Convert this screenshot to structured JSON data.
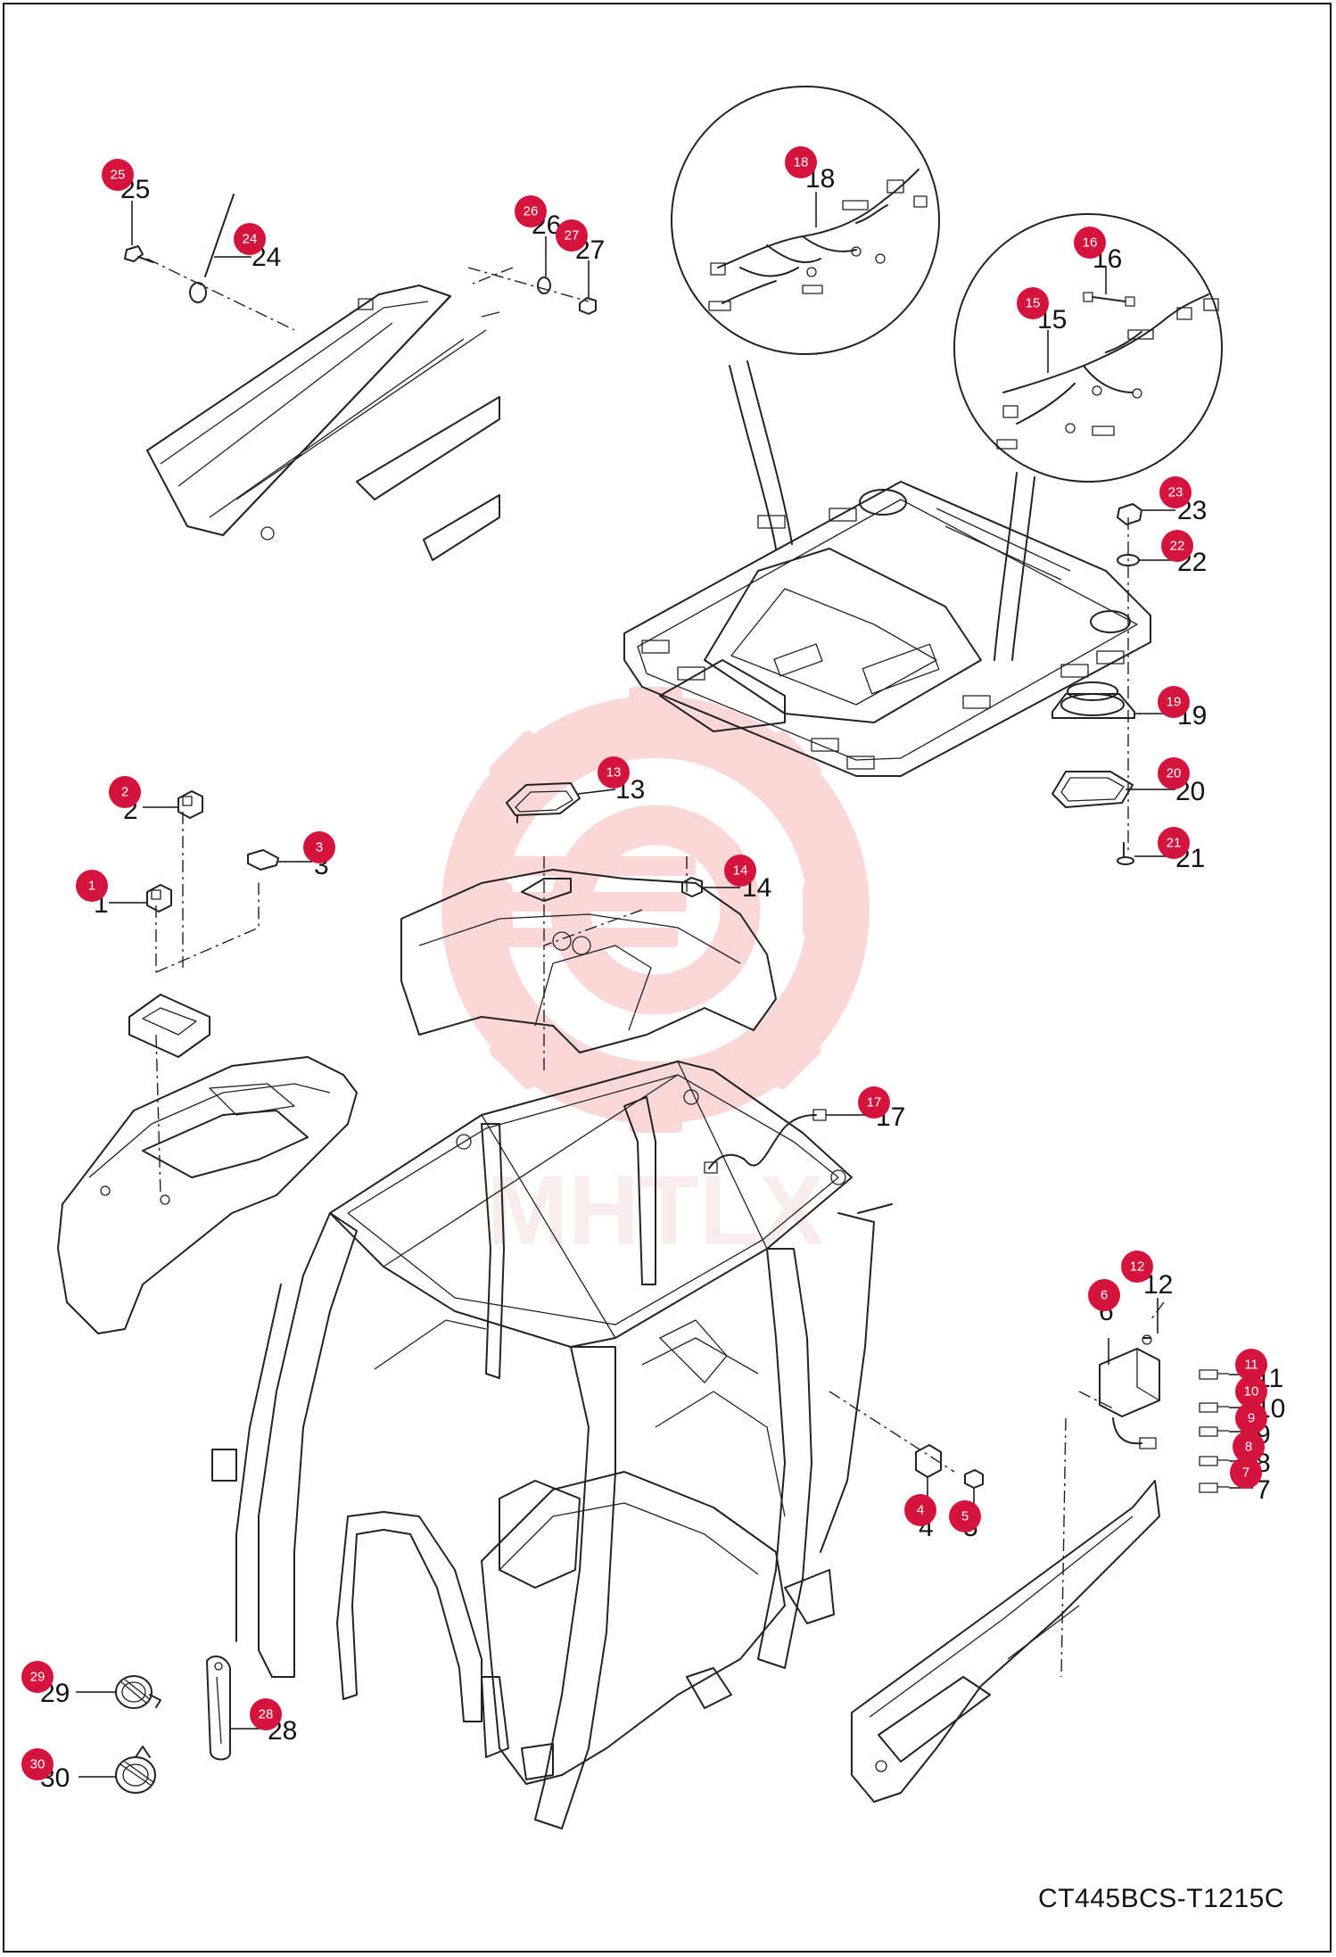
{
  "drawing_code": "CT445BCS-T1215C",
  "watermark_text": "MHTLX",
  "colors": {
    "badge": "#d4143c",
    "line": "#222222",
    "watermark": "#f4b8b8"
  },
  "callouts": [
    {
      "id": "1",
      "label": "1"
    },
    {
      "id": "2",
      "label": "2"
    },
    {
      "id": "3",
      "label": "3"
    },
    {
      "id": "4",
      "label": "4"
    },
    {
      "id": "5",
      "label": "5"
    },
    {
      "id": "6",
      "label": "6"
    },
    {
      "id": "7",
      "label": "7"
    },
    {
      "id": "8",
      "label": "8"
    },
    {
      "id": "9",
      "label": "9"
    },
    {
      "id": "10",
      "label": "10"
    },
    {
      "id": "11",
      "label": "11"
    },
    {
      "id": "12",
      "label": "12"
    },
    {
      "id": "13",
      "label": "13"
    },
    {
      "id": "14",
      "label": "14"
    },
    {
      "id": "15",
      "label": "15"
    },
    {
      "id": "16",
      "label": "16"
    },
    {
      "id": "17",
      "label": "17"
    },
    {
      "id": "18",
      "label": "18"
    },
    {
      "id": "19",
      "label": "19"
    },
    {
      "id": "20",
      "label": "20"
    },
    {
      "id": "21",
      "label": "21"
    },
    {
      "id": "22",
      "label": "22"
    },
    {
      "id": "23",
      "label": "23"
    },
    {
      "id": "24",
      "label": "24"
    },
    {
      "id": "25",
      "label": "25"
    },
    {
      "id": "26",
      "label": "26"
    },
    {
      "id": "27",
      "label": "27"
    },
    {
      "id": "28",
      "label": "28"
    },
    {
      "id": "29",
      "label": "29"
    },
    {
      "id": "30",
      "label": "30"
    }
  ]
}
